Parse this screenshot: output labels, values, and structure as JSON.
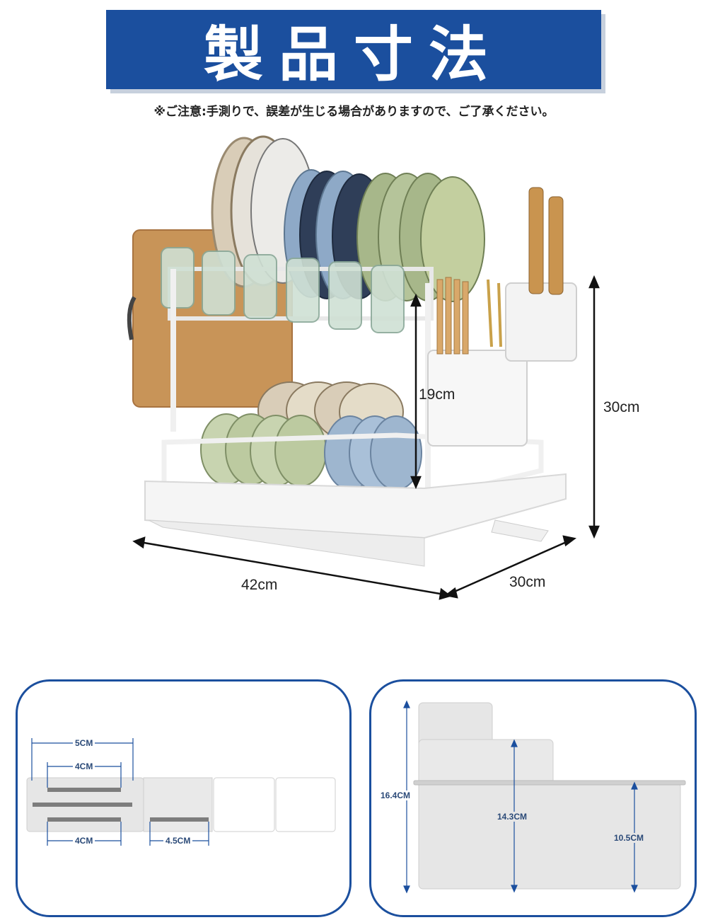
{
  "header": {
    "title": "製品寸法",
    "notice": "※ご注意:手測りで、誤差が生じる場合がありますので、ご了承ください。"
  },
  "product_dimensions": {
    "inner_height": "19cm",
    "total_height": "30cm",
    "width": "42cm",
    "depth": "30cm"
  },
  "holder_top_view": {
    "outer_width": "5CM",
    "inner_width_top": "4CM",
    "inner_width_bottom": "4CM",
    "slot_width": "4.5CM"
  },
  "holder_side_view": {
    "total_height": "16.4CM",
    "middle_height": "14.3CM",
    "front_height": "10.5CM"
  },
  "colors": {
    "brand_blue": "#1b4f9e",
    "panel_border": "#1b4f9e",
    "rack_white": "#f2f2f2"
  }
}
